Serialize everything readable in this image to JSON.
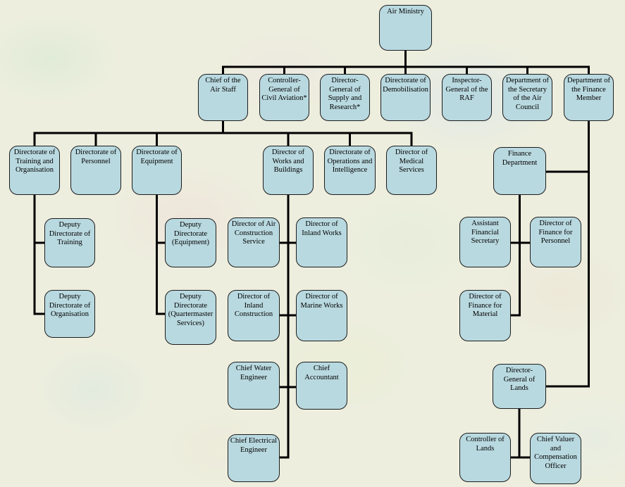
{
  "org_chart": {
    "type": "org-tree",
    "colors": {
      "node_fill": "#b9d9e0",
      "node_border": "#1c1c1c",
      "line": "#000000",
      "background": "#edeede"
    },
    "nodes": [
      {
        "id": "air-ministry",
        "label": "Air Ministry",
        "parent": null
      },
      {
        "id": "chief-air-staff",
        "label": "Chief of the Air Staff",
        "parent": "air-ministry"
      },
      {
        "id": "controller-general-civil-aviation",
        "label": "Controller-General of Civil Aviation*",
        "parent": "air-ministry"
      },
      {
        "id": "dg-supply-research",
        "label": "Director-General of Supply and Research*",
        "parent": "air-ministry"
      },
      {
        "id": "directorate-demobilisation",
        "label": "Directorate of Demobilisation",
        "parent": "air-ministry"
      },
      {
        "id": "inspector-general-raf",
        "label": "Inspector-General of the RAF",
        "parent": "air-ministry"
      },
      {
        "id": "dept-secretary-air-council",
        "label": "Department of the Secretary of the Air Council",
        "parent": "air-ministry"
      },
      {
        "id": "dept-finance-member",
        "label": "Department of the Finance Member",
        "parent": "air-ministry"
      },
      {
        "id": "dir-training-org",
        "label": "Directorate of Training and Organisation",
        "parent": "chief-air-staff"
      },
      {
        "id": "dir-personnel",
        "label": "Directorate of Personnel",
        "parent": "chief-air-staff"
      },
      {
        "id": "dir-equipment",
        "label": "Directorate of Equipment",
        "parent": "chief-air-staff"
      },
      {
        "id": "dir-works-buildings",
        "label": "Director of Works and Buildings",
        "parent": "chief-air-staff"
      },
      {
        "id": "dir-ops-intelligence",
        "label": "Directorate of Operations and Intelligence",
        "parent": "chief-air-staff"
      },
      {
        "id": "dir-medical-services",
        "label": "Director of Medical Services",
        "parent": "chief-air-staff"
      },
      {
        "id": "finance-department",
        "label": "Finance Department",
        "parent": "dept-finance-member"
      },
      {
        "id": "dep-dir-training",
        "label": "Deputy Directorate of Training",
        "parent": "dir-training-org"
      },
      {
        "id": "dep-dir-organisation",
        "label": "Deputy Directorate of Organisation",
        "parent": "dir-training-org"
      },
      {
        "id": "dep-dir-equipment",
        "label": "Deputy Directorate (Equipment)",
        "parent": "dir-equipment"
      },
      {
        "id": "dep-dir-quartermaster",
        "label": "Deputy Directorate (Quartermaster Services)",
        "parent": "dir-equipment"
      },
      {
        "id": "dir-air-construction",
        "label": "Director of Air Construction Service",
        "parent": "dir-works-buildings"
      },
      {
        "id": "dir-inland-works",
        "label": "Director of Inland Works",
        "parent": "dir-works-buildings"
      },
      {
        "id": "dir-inland-construction",
        "label": "Director of Inland Construction",
        "parent": "dir-works-buildings"
      },
      {
        "id": "dir-marine-works",
        "label": "Director of Marine Works",
        "parent": "dir-works-buildings"
      },
      {
        "id": "chief-water-engineer",
        "label": "Chief Water Engineer",
        "parent": "dir-works-buildings"
      },
      {
        "id": "chief-accountant",
        "label": "Chief Accountant",
        "parent": "dir-works-buildings"
      },
      {
        "id": "chief-electrical-engineer",
        "label": "Chief Electrical Engineer",
        "parent": "dir-works-buildings"
      },
      {
        "id": "asst-financial-secretary",
        "label": "Assistant Financial Secretary",
        "parent": "finance-department"
      },
      {
        "id": "dir-finance-personnel",
        "label": "Director of Finance for Personnel",
        "parent": "finance-department"
      },
      {
        "id": "dir-finance-material",
        "label": "Director of Finance for Material",
        "parent": "finance-department"
      },
      {
        "id": "dg-lands",
        "label": "Director-General of Lands",
        "parent": "dept-finance-member"
      },
      {
        "id": "controller-lands",
        "label": "Controller of Lands",
        "parent": "dg-lands"
      },
      {
        "id": "chief-valuer",
        "label": "Chief Valuer and Compensation Officer",
        "parent": "dg-lands"
      }
    ]
  }
}
